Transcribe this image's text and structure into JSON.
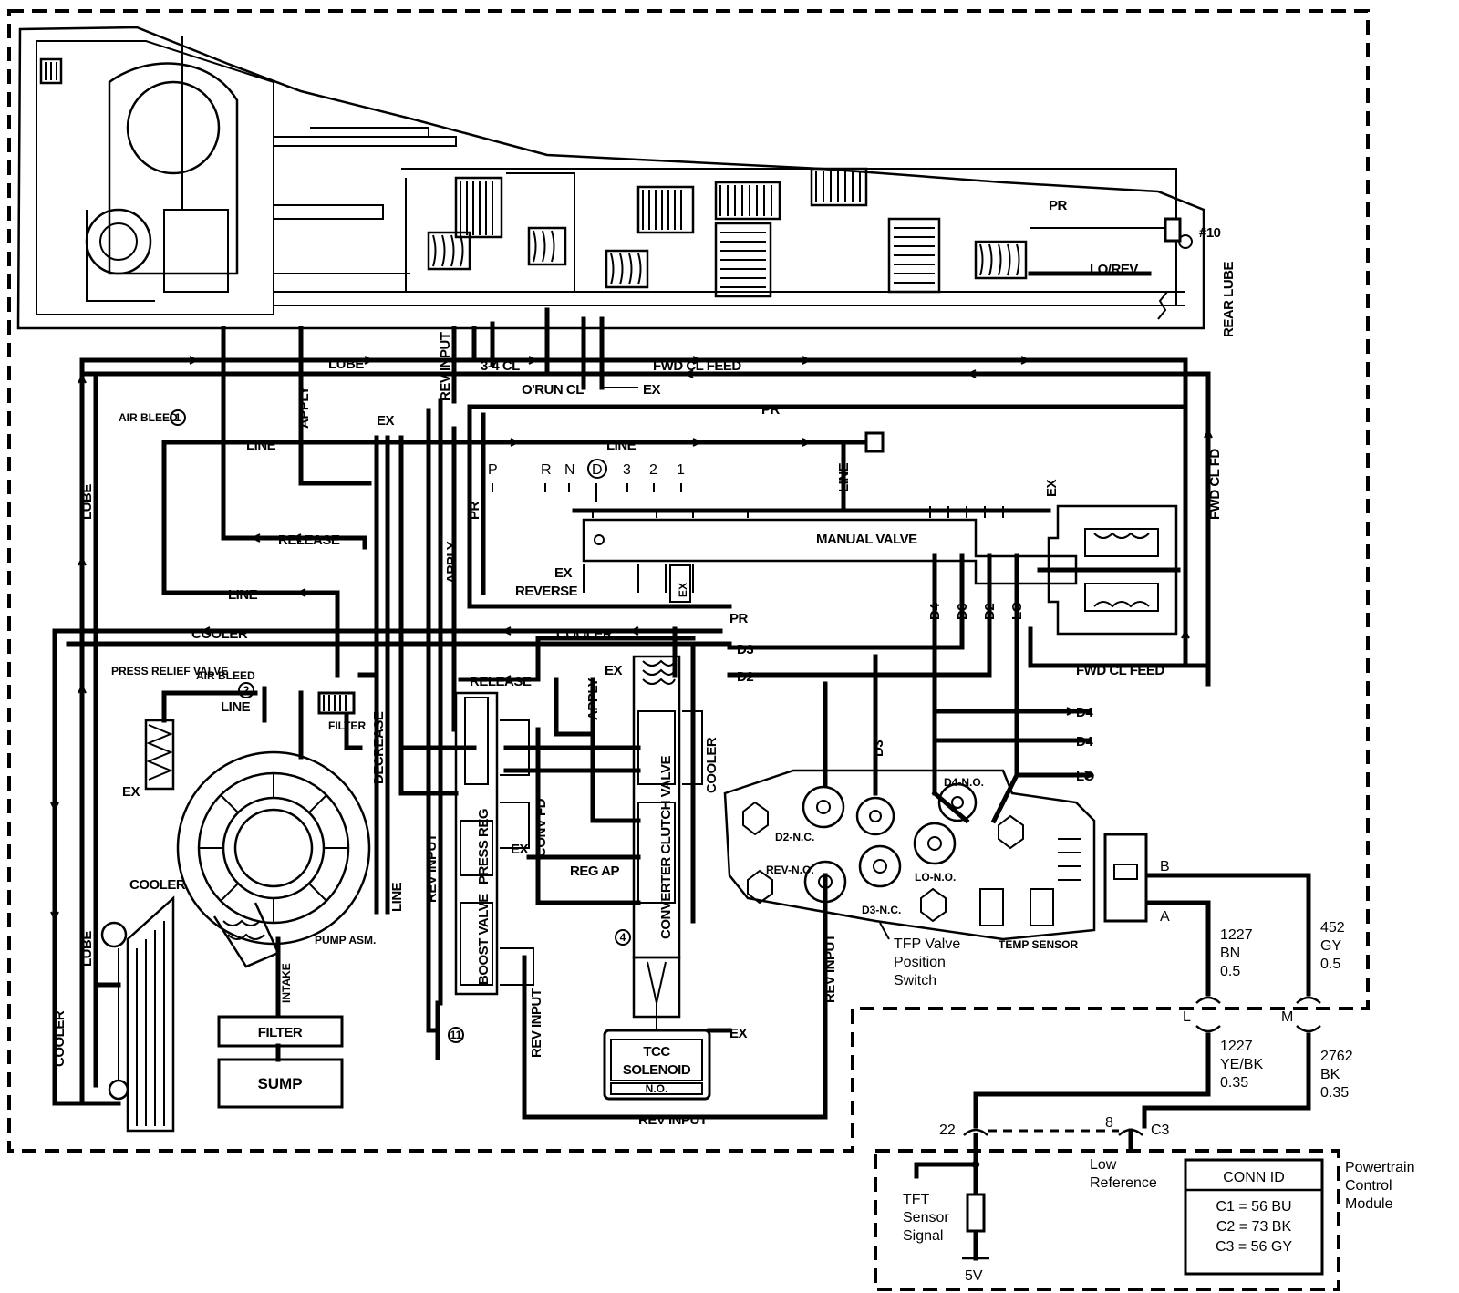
{
  "colors": {
    "ink": "#000000",
    "paper": "#ffffff"
  },
  "hydraulic": {
    "pr": "PR",
    "lube": "LUBE",
    "line": "LINE",
    "apply": "APPLY",
    "release": "RELEASE",
    "cooler": "COOLER",
    "decrease": "DECREASE",
    "rev_input": "REV INPUT",
    "lo_rev": "LO/REV",
    "check_10": "#10",
    "rear_lube": "REAR LUBE",
    "cl_34": "3-4 CL",
    "fwd_cl_feed": "FWD CL FEED",
    "orun_cl": "O'RUN CL",
    "ex": "EX",
    "air_bleed": "AIR BLEED",
    "fwd_cl_fd": "FWD CL FD",
    "reverse": "REVERSE",
    "manual_valve": "MANUAL VALVE",
    "d4": "D4",
    "d3": "D3",
    "d2": "D2",
    "lo": "LO",
    "press_relief_valve": "PRESS RELIEF VALVE",
    "filter": "FILTER",
    "sump": "SUMP",
    "pump_asm": "PUMP ASM.",
    "intake": "INTAKE",
    "press_reg": "PRESS REG",
    "conv_fd": "CONV FD",
    "reg_ap": "REG AP",
    "boost_valve": "BOOST VALVE",
    "converter_clutch_valve": "CONVERTER CLUTCH VALVE",
    "tcc_solenoid_1": "TCC",
    "tcc_solenoid_2": "SOLENOID",
    "no": "N.O.",
    "d4_no": "D4-N.O.",
    "d2_nc": "D2-N.C.",
    "rev_no": "REV-N.O.",
    "d3_nc": "D3-N.C.",
    "lo_no": "LO-N.O.",
    "temp_sensor": "TEMP SENSOR",
    "bleed_1": "1",
    "bleed_2": "2",
    "orifice_4": "4",
    "orifice_11": "11"
  },
  "range_selector": {
    "positions": [
      "P",
      "R",
      "N",
      "D",
      "3",
      "2",
      "1"
    ],
    "selected": "D"
  },
  "electrical": {
    "tfp_switch": [
      "TFP Valve",
      "Position",
      "Switch"
    ],
    "terminal_b": "B",
    "terminal_a": "A",
    "wire_1227_bn": [
      "1227",
      "BN",
      "0.5"
    ],
    "wire_452_gy": [
      "452",
      "GY",
      "0.5"
    ],
    "wire_1227_yebk": [
      "1227",
      "YE/BK",
      "0.35"
    ],
    "wire_2762_bk": [
      "2762",
      "BK",
      "0.35"
    ],
    "conn_l": "L",
    "conn_m": "M",
    "pin_22": "22",
    "pin_8": "8",
    "conn_c3": "C3",
    "low_reference": [
      "Low",
      "Reference"
    ],
    "tft_sensor_signal": [
      "TFT",
      "Sensor",
      "Signal"
    ],
    "five_v": "5V",
    "pcm": [
      "Powertrain",
      "Control",
      "Module"
    ],
    "conn_id_title": "CONN ID",
    "conn_id_rows": [
      "C1 = 56 BU",
      "C2 = 73 BK",
      "C3 = 56 GY"
    ]
  }
}
